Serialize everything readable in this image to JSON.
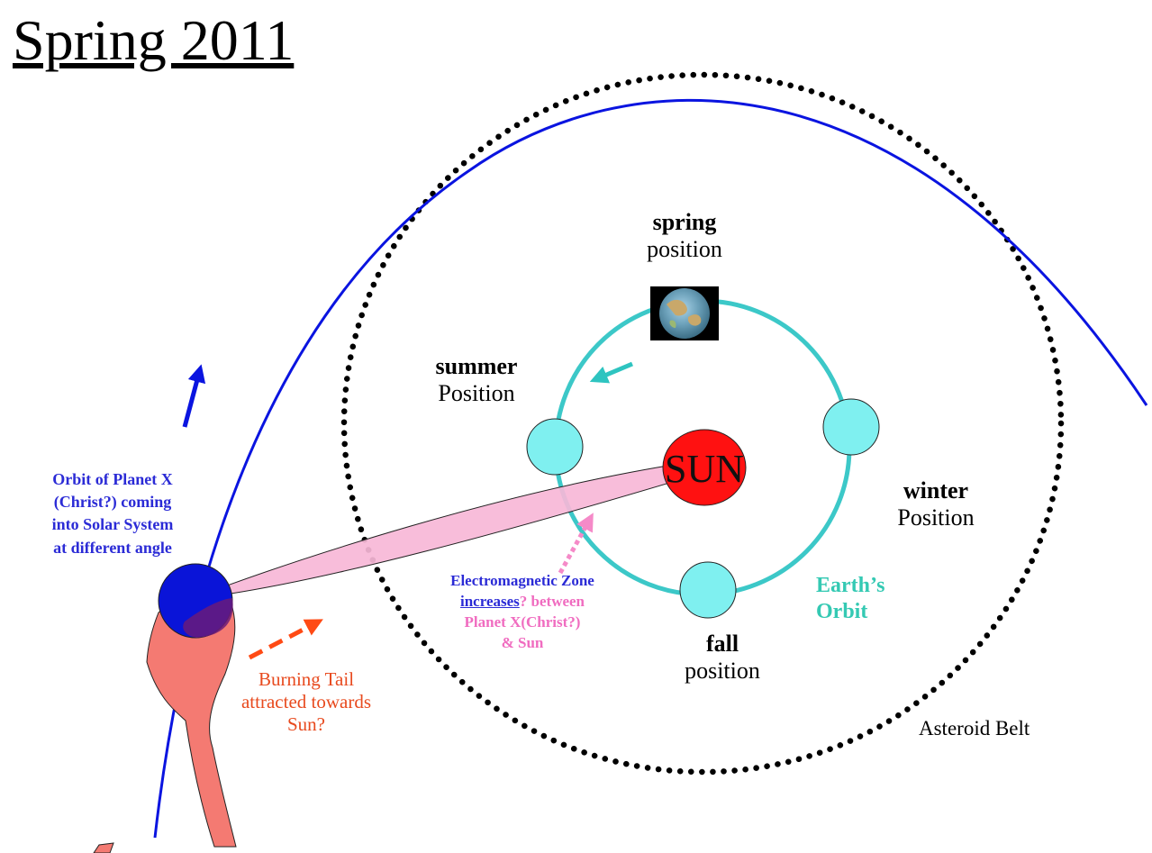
{
  "title": "Spring 2011",
  "sun_label": "SUN",
  "seasons": {
    "spring": {
      "name": "spring",
      "sub": "position"
    },
    "summer": {
      "name": "summer",
      "sub": "Position"
    },
    "winter": {
      "name": "winter",
      "sub": "Position"
    },
    "fall": {
      "name": "fall",
      "sub": "position"
    }
  },
  "planet_x_note": [
    "Orbit of Planet X",
    "(Christ?) coming",
    "into Solar System",
    "at different angle"
  ],
  "em_zone": {
    "line1": "Electromagnetic Zone",
    "line2_a": "increases",
    "line2_b": "? between",
    "line3": "Planet X(Christ?)",
    "line4": "& Sun"
  },
  "burning_tail": [
    "Burning Tail",
    "attracted towards",
    "Sun?"
  ],
  "earth_orbit": [
    "Earth’s",
    "Orbit"
  ],
  "asteroid_belt": "Asteroid Belt",
  "colors": {
    "orbit_blue": "#0a14e0",
    "earth_orbit": "#3cc8c8",
    "earth": "#7ff0f0",
    "sun": "#ff1111",
    "zone_pink": "#f7b7d7",
    "tail": "#f47a72",
    "arrow_orange": "#ff4a14",
    "arrow_pink": "#f58ac8",
    "arrow_teal": "#2ec4c0"
  }
}
